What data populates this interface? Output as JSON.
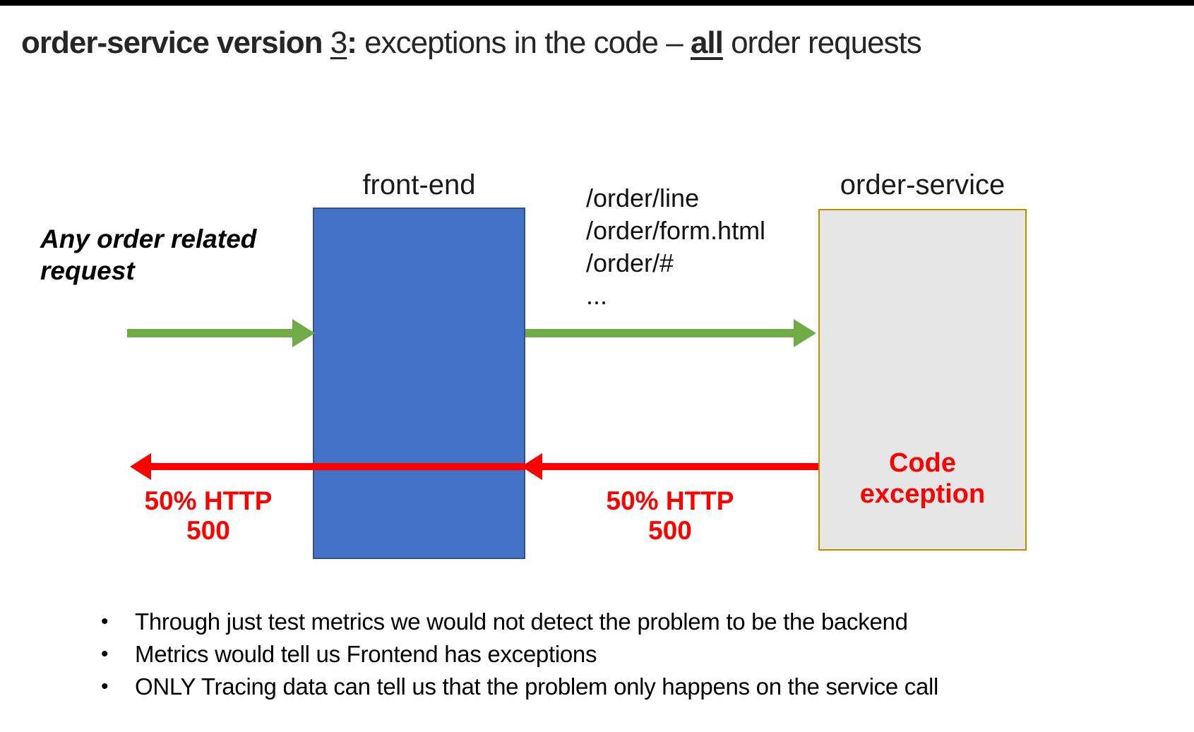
{
  "slide": {
    "title": {
      "segments": [
        {
          "text": "order-service version ",
          "style": "bold"
        },
        {
          "text": "3",
          "style": "underline"
        },
        {
          "text": ":",
          "style": "bold"
        },
        {
          "text": " exceptions in the code – ",
          "style": "normal"
        },
        {
          "text": "all",
          "style": "bold-underline"
        },
        {
          "text": " order requests",
          "style": "normal"
        }
      ]
    }
  },
  "diagram": {
    "request_label_lines": [
      "Any order related",
      "request"
    ],
    "frontend": {
      "label": "front-end"
    },
    "order_service": {
      "label": "order-service",
      "inner_lines": [
        "Code",
        "exception"
      ]
    },
    "routes": [
      "/order/line",
      "/order/form.html",
      "/order/#",
      "..."
    ],
    "errors": {
      "left_label": "50% HTTP 500",
      "right_label": "50% HTTP 500"
    }
  },
  "bullets": [
    "Through just test metrics we would not detect the problem to be the backend",
    "Metrics would tell us Frontend has exceptions",
    "ONLY Tracing data can tell us that the problem only happens on the service call"
  ],
  "colors": {
    "frontend-fill": "#4472C4",
    "frontend-border": "#31538F",
    "service-fill": "#E7E6E6",
    "service-border": "#BF8F00",
    "green": "#70AD47",
    "red": "#FF0000",
    "title-color": "#262626",
    "topbar": "#000000"
  }
}
